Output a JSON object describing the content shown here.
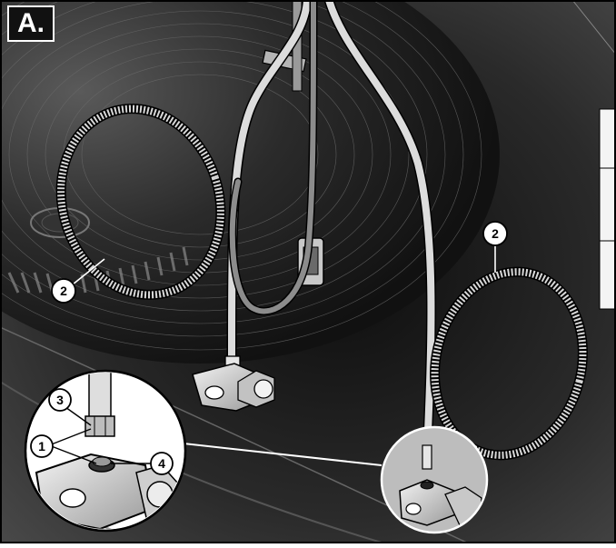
{
  "figure": {
    "panel_label": "A.",
    "callouts": [
      {
        "id": "callout-2-left",
        "text": "2"
      },
      {
        "id": "callout-2-right",
        "text": "2"
      },
      {
        "id": "callout-3",
        "text": "3"
      },
      {
        "id": "callout-1",
        "text": "1"
      },
      {
        "id": "callout-4",
        "text": "4"
      }
    ]
  },
  "colors": {
    "background_dark": "#1a1a1a",
    "hose": "#d9d9d9",
    "outline": "#000000",
    "callout_fill": "#ffffff"
  },
  "icons": [
    "drum-icon",
    "hose-icon",
    "valve-icon",
    "clip-icon",
    "washer-ring-icon",
    "magnifier-icon"
  ]
}
